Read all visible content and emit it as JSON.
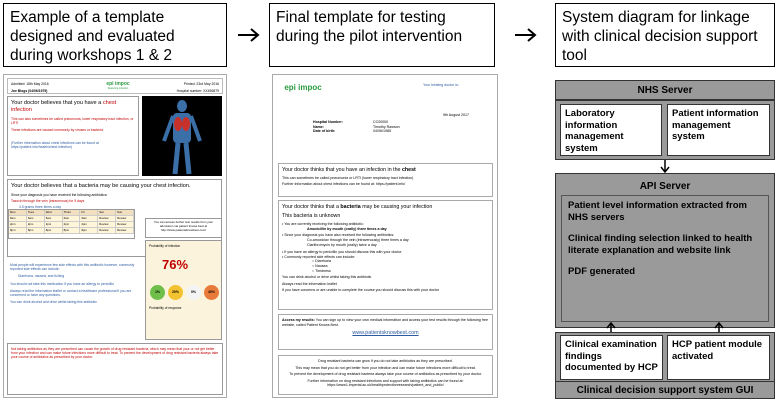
{
  "headers": {
    "h1": "Example of a template designed and evaluated during workshops 1 & 2",
    "h2": "Final template for testing during the pilot intervention",
    "h3": "System diagram for linkage with clinical decision support tool"
  },
  "doc1": {
    "admitted": "Admitted: 18th May 2016",
    "printed": "Printed: 23rd May 2016",
    "patient": "Joe Blogs (04/06/1975)",
    "hospital_no": "Hospital number: XX456879",
    "logo": "epi impoc",
    "logo_sub": "Reducing infection",
    "s1_title_a": "Your doctor believes that you have a ",
    "s1_title_b": "chest infection",
    "s1_l1": "This can also sometimes be called pneumonia, lower respiratory tract infection, or LRTI",
    "s1_l2": "These infections are caused commonly by viruses or bacteria",
    "s1_l3": "(Further information about chest infections can be found at https://patient.info/health/chest-infection)",
    "s2_title": "Your doctor believes that a bacteria may be causing your chest infection.",
    "s2_l1": "Since your diagnosis you have received the following antibiotics:",
    "s2_l2": "Tazocin through the vein (intravenous) for 5 days",
    "s2_l3": "4.5 grams three times a day",
    "s2_l4": "Your medication is due for review on day 5 (25/05/2016)",
    "sched_head": [
      "Mon",
      "Tues",
      "Wed",
      "Thurs",
      "Fri",
      "Sat",
      "Sun"
    ],
    "sched_r1": [
      "6am",
      "6am",
      "6am",
      "6am",
      "6am",
      "Review",
      "Review"
    ],
    "sched_r2": [
      "2pm",
      "2pm",
      "2pm",
      "2pm",
      "2pm",
      "Review",
      "Review"
    ],
    "sched_r3": [
      "8pm",
      "8pm",
      "8pm",
      "8pm",
      "8pm",
      "Review",
      "Review"
    ],
    "s3_l1": "Most people will experience few side effects with this antibiotic however, commonly reported side effects can include:",
    "s3_l2": "Diarrhoea, nausea, and itching",
    "s3_l3": "You should not take this medication if you have an allergy to penicillin",
    "s3_l4": "Always read the information leaflet or contact a healthcare professional if you are concerned or have any questions.",
    "s3_l5": "You can drink alcohol and drive whilst taking this antibiotic",
    "link_txt": "You can access further test results from your admission via patient knows best at http://www.patientsknowbest.com/",
    "prob_title": "Probability of infection",
    "prob_pct": "76%",
    "prob_cells": [
      "1%",
      "20%",
      "0%",
      "40%"
    ],
    "prob_resp": "Probability of response",
    "foot": "Not taking antibiotics as they are prescribed can cause the growth of drug resistant bacteria, which may mean that your or not get better from your infection and can make future infections more difficult to treat. To prevent the development of drug resistant bacteria always take your course of antibiotics as prescribed by your doctor."
  },
  "doc2": {
    "logo": "epi impoc",
    "treating": "Your treating doctor is:",
    "date": "9th August 2017",
    "hosp_label": "Hospital Number:",
    "hosp_val": "CC00000",
    "name_label": "Name:",
    "name_val": "Timothy Rawson",
    "dob_label": "Date of birth:",
    "dob_val": "04/06/1985",
    "s1_title_a": "Your doctor thinks that you have an infection in the ",
    "s1_title_b": "chest",
    "s1_l1": "This can sometimes be called pneumonia or LRTI (lower respiratory tract infection)",
    "s1_l2": "Further information about chest infections can be found at: https://patient.info/",
    "s2_title_a": "Your doctor thinks that a ",
    "s2_title_b": "bacteria",
    "s2_title_c": " may be causing your infection",
    "s2_l0": "This bacteria is unknown",
    "s2_l1": "You are currently receiving the following antibiotic:",
    "s2_l2": "Amoxicillin by mouth (orally) three times a day",
    "s2_l3": "Since your diagnosis you have also received the following antibiotics:",
    "s2_l4": "Co-amoxiclav through the vein (intravenously) three times a day",
    "s2_l5": "Clarithromycin by mouth (orally) twice a day",
    "s2_l6": "If you have an allergy to penicillin you should discuss this with your doctor",
    "s2_l7": "Commonly reported side effects can include:",
    "s2_se": [
      "Diarrhoea",
      "Nausea",
      "Tiredness"
    ],
    "s2_l8": "You can drink alcohol or drive whilst taking this antibiotic",
    "s2_l9": "Always read the information leaflet",
    "s2_l10": "If you have concerns or are unable to complete the course you should discuss this with your doctor",
    "s3_title": "Access my results:",
    "s3_txt": "You can sign up to view your own medical information and access your test results through the following free website, called Patient Knows Best.",
    "s3_link": "www.patientsknowbest.com",
    "foot1": "Drug resistant bacteria can grow if you do not take antibiotics as they are prescribed.",
    "foot2": "This may mean that you do not get better from your infection and can make future infections more difficult to treat.",
    "foot3": "To prevent the development of drug resistant bacteria always take your course of antibiotics as prescribed by your doctor.",
    "foot4": "Further information on drug resistant infections and support with taking antibiotics can be found at: https://www1.imperial.ac.uk/healthprotectionresearch/patient_and_public/"
  },
  "system": {
    "nhs_server": "NHS Server",
    "lab": "Laboratory information management system",
    "pims": "Patient information management system",
    "api_server": "API Server",
    "api_p1": "Patient level information extracted from NHS servers",
    "api_p2": "Clinical finding selection linked to health literate explanation and website link",
    "api_p3": "PDF generated",
    "clin": "Clinical examination findings documented by HCP",
    "hcp": "HCP patient module activated",
    "gui": "Clinical decision support system GUI"
  }
}
